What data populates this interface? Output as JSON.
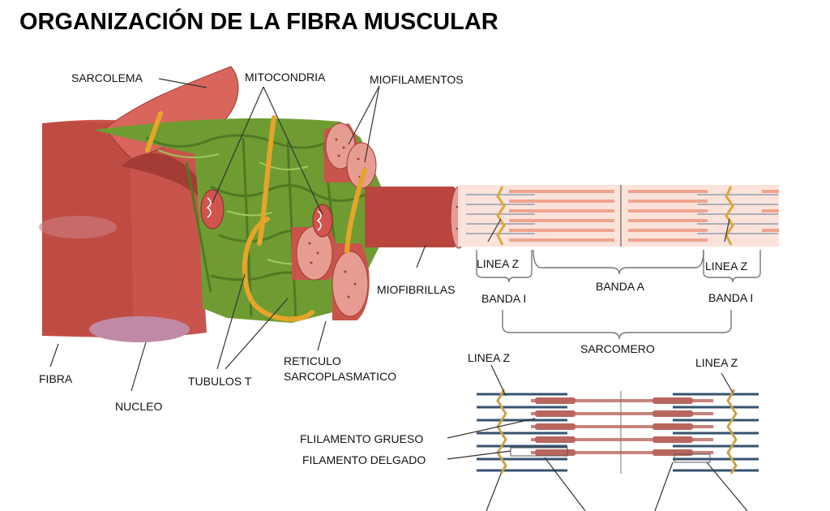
{
  "title": "ORGANIZACIÓN DE LA FIBRA MUSCULAR",
  "labels": {
    "sarcolema": "SARCOLEMA",
    "mitocondria": "MITOCONDRIA",
    "miofilamentos": "MIOFILAMENTOS",
    "miofibrillas": "MIOFIBRILLAS",
    "fibra": "FIBRA",
    "nucleo": "NUCLEO",
    "tubulos_t": "TUBULOS T",
    "reticulo_line1": "RETICULO",
    "reticulo_line2": "SARCOPLASMATICO",
    "linea_z_left": "LINEA Z",
    "linea_z_right": "LINEA Z",
    "banda_a": "BANDA A",
    "banda_i_left": "BANDA I",
    "banda_i_right": "BANDA I",
    "sarcomero": "SARCOMERO",
    "linea_z_lower_left": "LINEA Z",
    "linea_z_lower_right": "LINEA Z",
    "filamento_grueso": "FLILAMENTO GRUESO",
    "filamento_delgado": "FILAMENTO DELGADO"
  },
  "colors": {
    "muscle": "#c8544b",
    "muscle_dark": "#9e3a33",
    "muscle_light": "#de8a80",
    "reticulum": "#7aa83a",
    "reticulum_dark": "#4f7a22",
    "tubule": "#e5a52a",
    "band_light": "#fbe3dc",
    "band_stripe": "#f0a48e",
    "thin_filament": "#5c7a99",
    "thick_filament": "#c7837b"
  }
}
